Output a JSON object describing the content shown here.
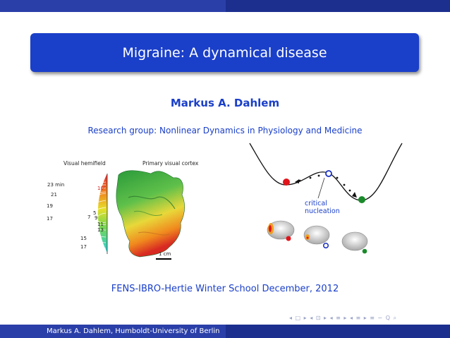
{
  "slide": {
    "title": "Migraine: A dynamical disease",
    "author": "Markus A. Dahlem",
    "affiliation": "Research group: Nonlinear Dynamics in Physiology and Medicine",
    "event": "FENS-IBRO-Hertie Winter School December, 2012"
  },
  "figure_left": {
    "visual_hemifield_label": "Visual hemifield",
    "primary_visual_cortex_label": "Primary visual cortex",
    "time_labels": [
      "23 min",
      "21",
      "19",
      "17",
      "15",
      "17",
      "11",
      "13",
      "9",
      "5",
      "7"
    ],
    "angle_label": "10°",
    "scale_bar_label": "1 cm"
  },
  "figure_right": {
    "annotation": "critical\nnucleation"
  },
  "footer": {
    "text": "Markus A. Dahlem, Humboldt-University of Berlin"
  },
  "nav_symbols": "◂ □ ▸ ◂ ⊡ ▸ ◂ ≡ ▸ ◂ ≡ ▸   ≡   ∽ Q ⌕",
  "colors": {
    "title_bg": "#1a3fc9",
    "accent_text": "#1a3fc9",
    "footer_left": "#2a3fa8",
    "footer_right": "#1c2f8f"
  }
}
